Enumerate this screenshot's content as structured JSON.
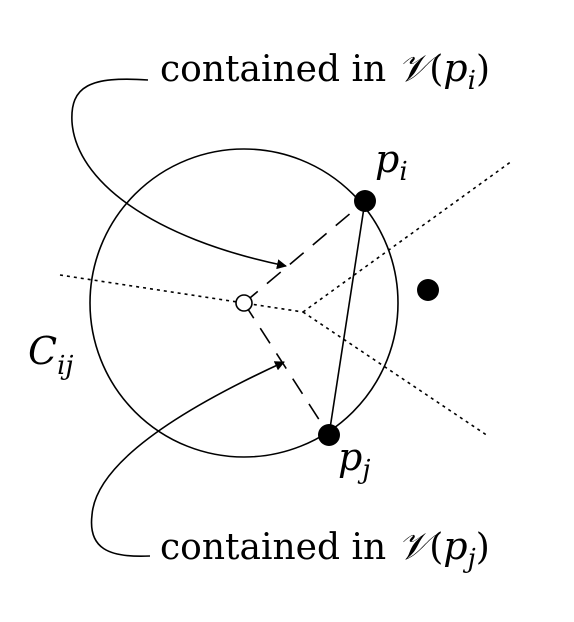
{
  "colors": {
    "stroke": "#000000",
    "background": "#ffffff"
  },
  "labels": {
    "top_callout": {
      "prefix": "contained in ",
      "script_symbol": "𝒱",
      "open_paren": "(",
      "point": "p",
      "point_sub": "i",
      "close_paren": ")"
    },
    "bottom_callout": {
      "prefix": "contained in ",
      "script_symbol": "𝒱",
      "open_paren": "(",
      "point": "p",
      "point_sub": "j",
      "close_paren": ")"
    },
    "point_i": {
      "name": "p",
      "sub": "i"
    },
    "point_j": {
      "name": "p",
      "sub": "j"
    },
    "circle": {
      "name": "C",
      "sub": "ij"
    }
  }
}
